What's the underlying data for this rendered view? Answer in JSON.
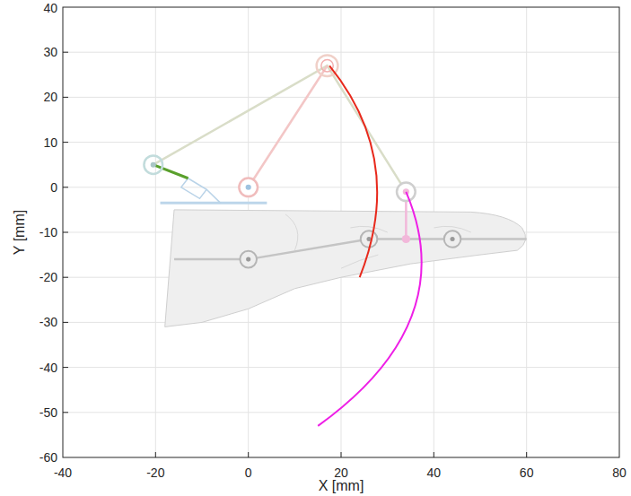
{
  "diagram": {
    "labels": [
      "40",
      "30",
      "20",
      "10",
      "0",
      "-10",
      "-20",
      "-30",
      "-40",
      "-50",
      "-60",
      "-40",
      "-20",
      "0",
      "20",
      "40",
      "60",
      "80",
      "X [mm]",
      "Y [mm]"
    ]
  }
}
